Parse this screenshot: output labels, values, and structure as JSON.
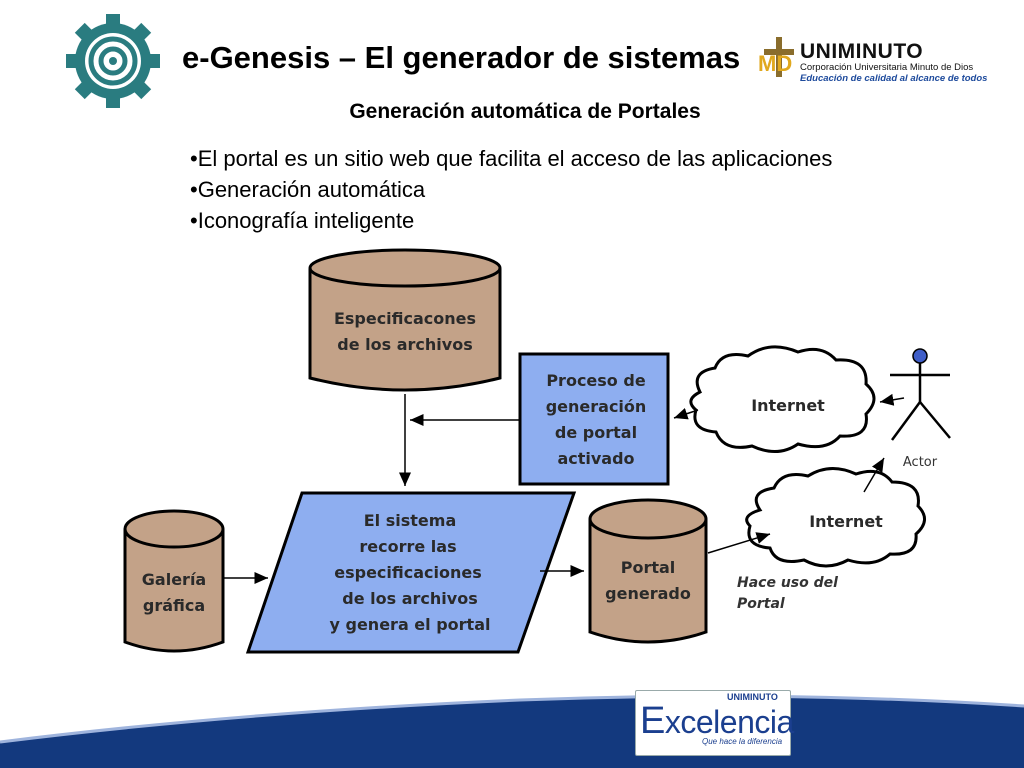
{
  "header": {
    "title": "e-Genesis – El generador de sistemas",
    "subtitle": "Generación automática de Portales"
  },
  "bullets": [
    "•El portal es un sitio web que facilita el acceso de las aplicaciones",
    "•Generación automática",
    "•Iconografía inteligente"
  ],
  "university_logo": {
    "mark": "MD",
    "name": "UNIMINUTO",
    "line1": "Corporación Universitaria Minuto de Dios",
    "line2": "Educación de calidad al alcance de todos"
  },
  "diagram": {
    "db_specs": [
      "Especificacones",
      "de los archivos"
    ],
    "process": [
      "Proceso de",
      "generación",
      "de portal",
      "activado"
    ],
    "internet_top": "Internet",
    "internet_bottom": "Internet",
    "actor": "Actor",
    "system": [
      "El sistema",
      "recorre las",
      "especificaciones",
      "de los archivos",
      "y genera el portal"
    ],
    "gallery": [
      "Galería",
      "gráfica"
    ],
    "portal": [
      "Portal",
      "generado"
    ],
    "usage_note": [
      "Hace uso del",
      "Portal"
    ]
  },
  "footer": {
    "brand_small": "UNIMINUTO",
    "brand_E": "E",
    "brand_rest": "xcelencia",
    "tagline": "Que hace la diferencia"
  },
  "colors": {
    "cylinder_fill": "#c3a288",
    "process_fill": "#8eaef0",
    "wave_blue": "#13397e",
    "logo_teal": "#2a7c80"
  }
}
